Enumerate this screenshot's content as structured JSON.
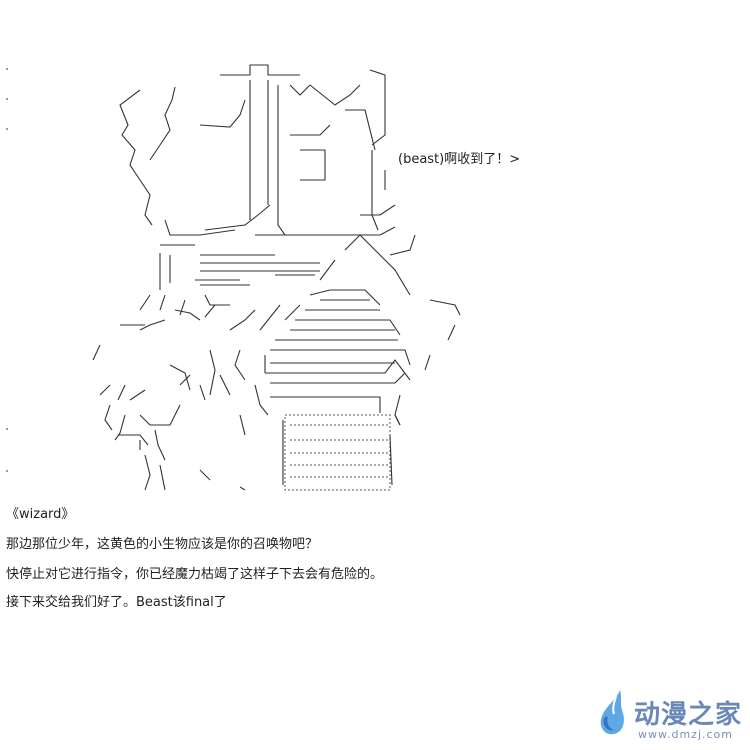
{
  "bubble": {
    "text": "(beast)啊收到了！>"
  },
  "dialog": {
    "speaker": "《wizard》",
    "lines": [
      "那边那位少年，这黄色的小生物应该是你的召唤物吧？",
      "快停止对它进行指令，你已经魔力枯竭了这样子下去会有危险的。",
      "接下来交给我们好了。Beast该final了"
    ]
  },
  "watermark": {
    "name": "动漫之家",
    "url": "www.dmzj.com"
  }
}
